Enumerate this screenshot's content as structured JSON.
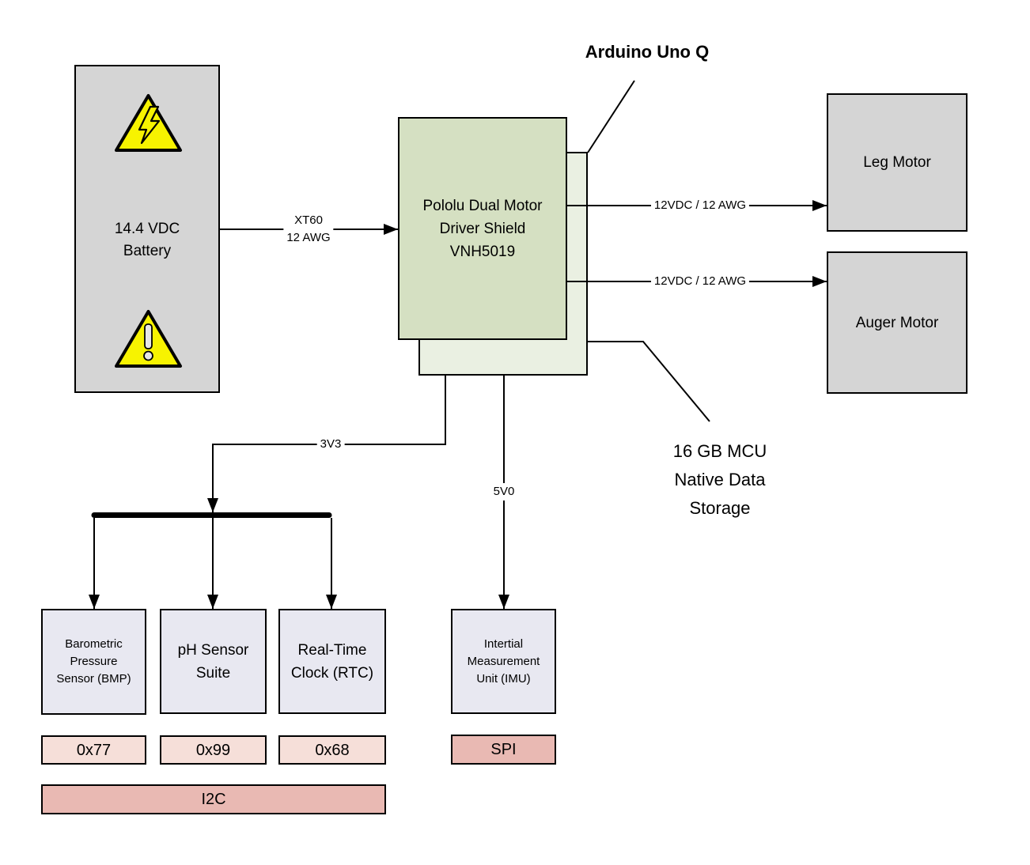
{
  "arduino": {
    "title": "Arduino Uno Q"
  },
  "battery": {
    "line1": "14.4 VDC",
    "line2": "Battery"
  },
  "shield": {
    "line1": "Pololu Dual Motor",
    "line2": "Driver Shield",
    "line3": "VNH5019"
  },
  "storage": {
    "line1": "16 GB MCU",
    "line2": "Native Data",
    "line3": "Storage"
  },
  "motors": {
    "leg": "Leg Motor",
    "auger": "Auger Motor"
  },
  "wires": {
    "xt60_line1": "XT60",
    "xt60_line2": "12 AWG",
    "leg": "12VDC / 12 AWG",
    "auger": "12VDC / 12 AWG",
    "v33": "3V3",
    "v50": "5V0"
  },
  "sensors": {
    "bmp": {
      "line1": "Barometric",
      "line2": "Pressure",
      "line3": "Sensor (BMP)",
      "address": "0x77"
    },
    "ph": {
      "line1": "pH Sensor",
      "line2": "Suite",
      "address": "0x99"
    },
    "rtc": {
      "line1": "Real-Time",
      "line2": "Clock (RTC)",
      "address": "0x68"
    },
    "imu": {
      "line1": "Intertial",
      "line2": "Measurement",
      "line3": "Unit (IMU)",
      "bus": "SPI"
    }
  },
  "buses": {
    "i2c": "I2C"
  },
  "colors": {
    "box_gray": "#d5d5d5",
    "shield_green": "#d5e0c2",
    "arduino_green": "#eaf0e2",
    "sensor_lavender": "#e8e8f1",
    "addr_pink": "#f6dfd9",
    "bus_pink": "#e9b9b3",
    "warning_yellow": "#f7f300"
  }
}
